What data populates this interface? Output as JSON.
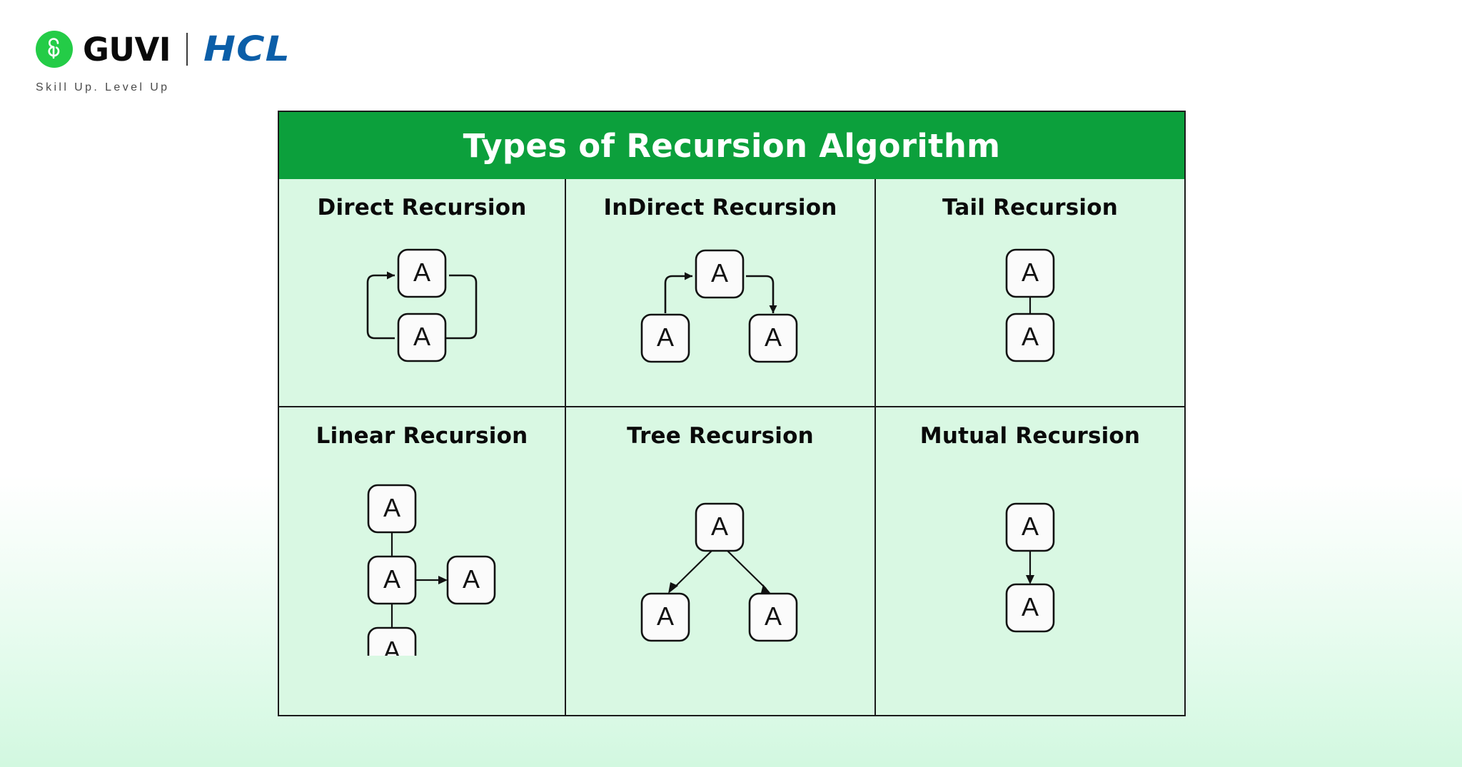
{
  "brand": {
    "guvi_name": "GUVI",
    "partner_name": "HCL",
    "tagline": "Skill Up. Level Up",
    "guvi_green": "#24cc47",
    "hcl_blue": "#0b5ea8"
  },
  "table": {
    "title": "Types of Recursion Algorithm",
    "header_color": "#0ca03c",
    "cell_color": "#d9f8e3",
    "border_color": "#1b1b1b",
    "node_label": "A",
    "rows": [
      {
        "cells": [
          {
            "title": "Direct Recursion",
            "diagram": "self-loop-two-nodes",
            "nodes": [
              "A",
              "A"
            ],
            "edges": [
              {
                "from": 0,
                "to": 1,
                "style": "loop-right-down",
                "arrowhead": true
              },
              {
                "from": 1,
                "to": 0,
                "style": "loop-left-up",
                "arrowhead": true
              }
            ]
          },
          {
            "title": "InDirect Recursion",
            "diagram": "indirect-three-nodes",
            "nodes": [
              "A",
              "A",
              "A"
            ],
            "edges": [
              {
                "from": 2,
                "to": 0,
                "style": "up-right-elbow",
                "arrowhead": true
              },
              {
                "from": 0,
                "to": 1,
                "style": "right-down-elbow",
                "arrowhead": true
              }
            ]
          },
          {
            "title": "Tail Recursion",
            "diagram": "vertical-two-nodes",
            "nodes": [
              "A",
              "A"
            ],
            "edges": [
              {
                "from": 0,
                "to": 1,
                "style": "straight-down",
                "arrowhead": true
              }
            ]
          }
        ]
      },
      {
        "cells": [
          {
            "title": "Linear Recursion",
            "diagram": "linear-chain-with-branch",
            "nodes": [
              "A",
              "A",
              "A",
              "A"
            ],
            "edges": [
              {
                "from": 0,
                "to": 1,
                "style": "straight-down",
                "arrowhead": false
              },
              {
                "from": 1,
                "to": 2,
                "style": "straight-down",
                "arrowhead": false
              },
              {
                "from": 1,
                "to": 3,
                "style": "straight-right",
                "arrowhead": true
              }
            ]
          },
          {
            "title": "Tree Recursion",
            "diagram": "tree-two-children",
            "nodes": [
              "A",
              "A",
              "A"
            ],
            "edges": [
              {
                "from": 0,
                "to": 1,
                "style": "diagonal-down-left",
                "arrowhead": true
              },
              {
                "from": 0,
                "to": 2,
                "style": "diagonal-down-right",
                "arrowhead": true
              }
            ]
          },
          {
            "title": "Mutual Recursion",
            "diagram": "vertical-two-nodes",
            "nodes": [
              "A",
              "A"
            ],
            "edges": [
              {
                "from": 0,
                "to": 1,
                "style": "straight-down",
                "arrowhead": true
              }
            ]
          }
        ]
      }
    ]
  }
}
